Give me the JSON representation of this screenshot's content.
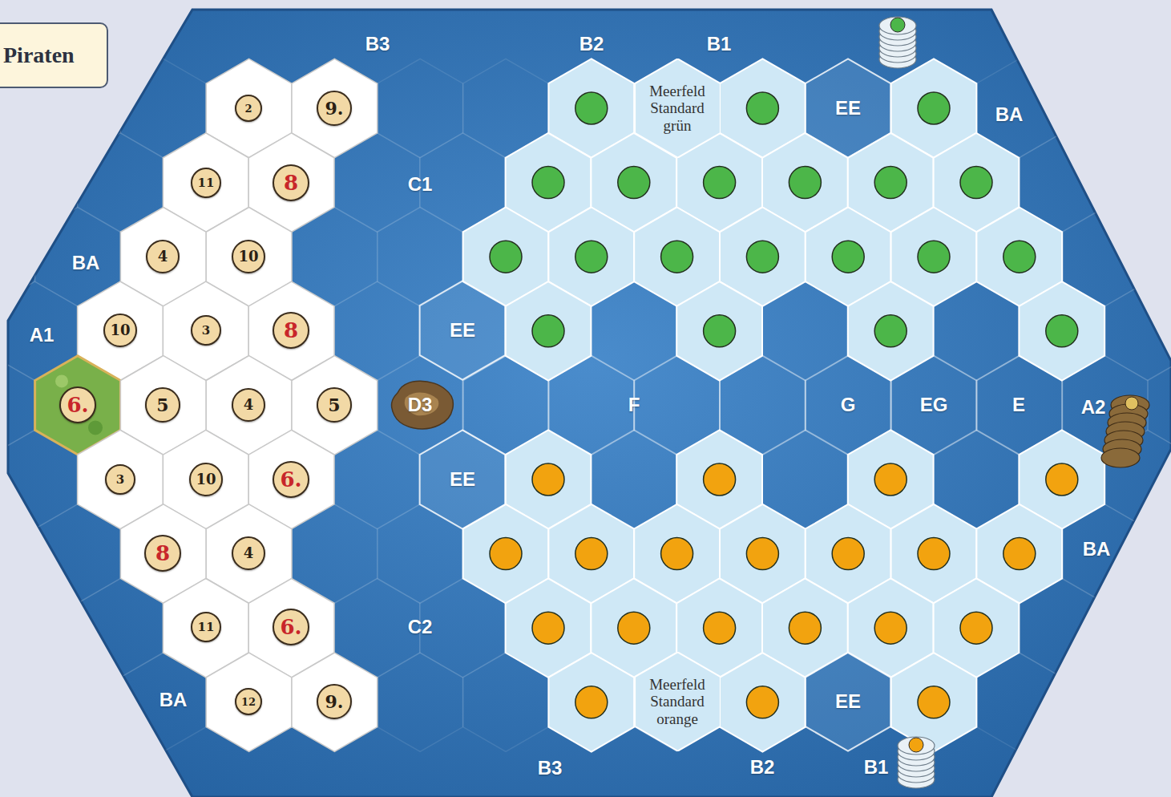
{
  "diagram": {
    "title": "Piraten",
    "nodes": [
      {
        "text": [
          "2"
        ]
      },
      {
        "text": [
          "9."
        ]
      },
      {
        "text": [
          "Meerfeld Standard grün"
        ]
      },
      {
        "text": [
          "11"
        ]
      },
      {
        "text": [
          "8"
        ]
      },
      {
        "text": [
          "4"
        ]
      },
      {
        "text": [
          "10"
        ]
      },
      {
        "text": [
          "10"
        ]
      },
      {
        "text": [
          "3"
        ]
      },
      {
        "text": [
          "8"
        ]
      },
      {
        "text": [
          "6."
        ]
      },
      {
        "text": [
          "5"
        ]
      },
      {
        "text": [
          "4"
        ]
      },
      {
        "text": [
          "5"
        ]
      },
      {
        "text": [
          "3"
        ]
      },
      {
        "text": [
          "10"
        ]
      },
      {
        "text": [
          "6."
        ]
      },
      {
        "text": [
          "8"
        ]
      },
      {
        "text": [
          "4"
        ]
      },
      {
        "text": [
          "11"
        ]
      },
      {
        "text": [
          "6."
        ]
      },
      {
        "text": [
          "12"
        ]
      },
      {
        "text": [
          "9."
        ]
      },
      {
        "text": [
          "Meerfeld Standard orange"
        ]
      }
    ],
    "labels": [
      "B3",
      "B2",
      "B1",
      "EE",
      "BA",
      "C1",
      "BA",
      "A1",
      "EE",
      "D3",
      "F",
      "G",
      "EG",
      "E",
      "A2",
      "EE",
      "BA",
      "C2",
      "BA",
      "EE",
      "B3",
      "B2",
      "B1"
    ]
  }
}
